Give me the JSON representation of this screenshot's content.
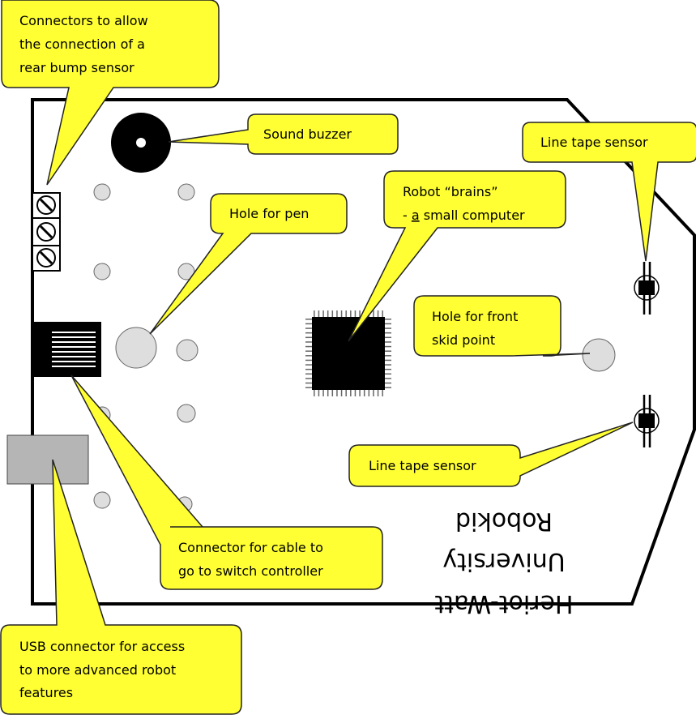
{
  "colors": {
    "callout_fill": "#ffff33",
    "callout_stroke": "#222222",
    "board_stroke": "#000000",
    "hole_fill": "#dedede",
    "usb_fill": "#b5b5b5",
    "chip_fill": "#000000"
  },
  "board": {
    "name_line1": "Heriot-Watt",
    "name_line2": "University",
    "name_line3": "Robokid"
  },
  "callouts": {
    "rear_bump": [
      "Connectors to allow",
      "the connection of a",
      "rear bump sensor"
    ],
    "buzzer": [
      "Sound buzzer"
    ],
    "line_sensor_top": [
      "Line tape sensor"
    ],
    "brains_line1": "Robot “brains”",
    "brains_line2_prefix": "- ",
    "brains_line2_word": "a",
    "brains_line2_rest": " small computer",
    "pen_hole": [
      "Hole for pen"
    ],
    "skid_hole": [
      "Hole for front",
      "skid point"
    ],
    "line_sensor_bottom": [
      "Line tape sensor"
    ],
    "cable": [
      "Connector for cable to",
      "go to switch controller"
    ],
    "usb": [
      "USB connector for access",
      "to more advanced robot",
      "features"
    ]
  }
}
